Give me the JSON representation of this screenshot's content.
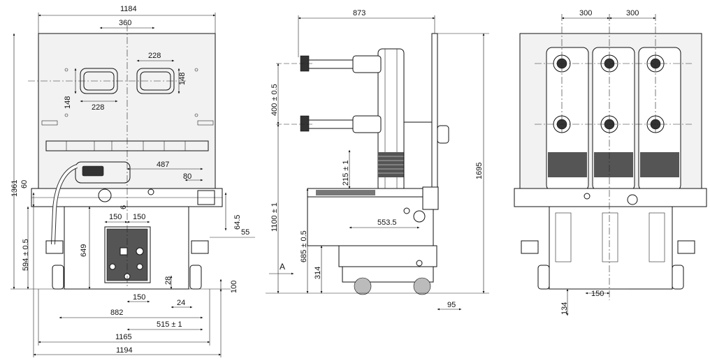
{
  "front_view": {
    "dims": [
      "1184",
      "360",
      "228",
      "148",
      "148",
      "228",
      "1361",
      "60",
      "594 ± 0.5",
      "649",
      "150",
      "150",
      "487",
      "80",
      "64.5",
      "55",
      "28",
      "100",
      "150",
      "24",
      "882",
      "515 ± 1",
      "1165",
      "1194",
      "6"
    ]
  },
  "side_view": {
    "dims": [
      "873",
      "400 ± 0.5",
      "215 ± 1",
      "1100 ± 1",
      "553.5",
      "685 ± 0.5",
      "314",
      "95",
      "1695"
    ],
    "arrow_label": "A"
  },
  "rear_view": {
    "dims": [
      "300",
      "300",
      "150",
      "134"
    ]
  }
}
